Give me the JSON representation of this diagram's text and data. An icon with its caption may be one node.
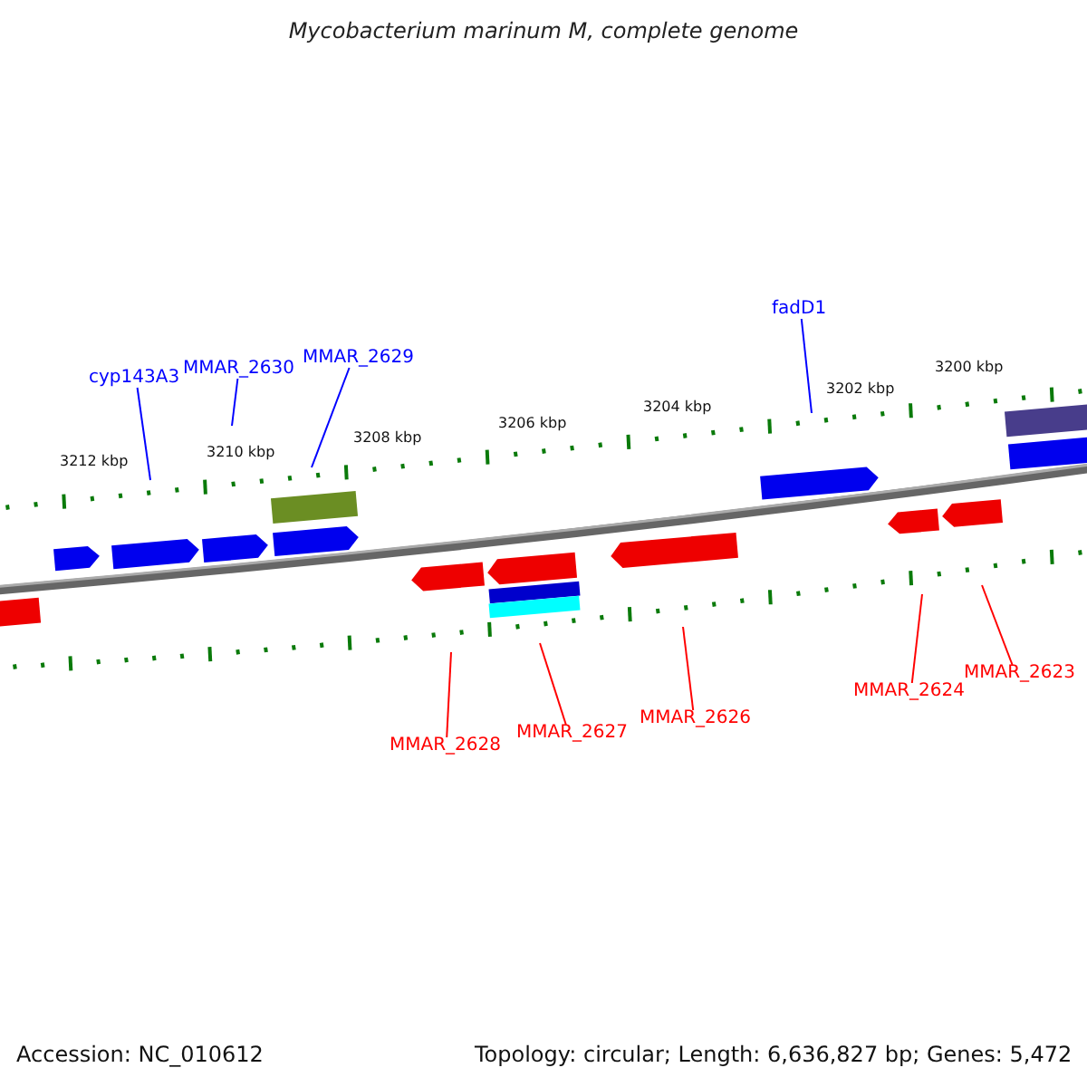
{
  "diagram": {
    "title": "Mycobacterium marinum M, complete genome",
    "nodes": [
      {
        "text": [
          "cyp143A3"
        ]
      },
      {
        "text": [
          "MMAR_2630"
        ]
      },
      {
        "text": [
          "MMAR_2629"
        ]
      },
      {
        "text": [
          "fadD1"
        ]
      },
      {
        "text": [
          "MMAR_2628"
        ]
      },
      {
        "text": [
          "MMAR_2627"
        ]
      },
      {
        "text": [
          "MMAR_2626"
        ]
      },
      {
        "text": [
          "MMAR_2624"
        ]
      },
      {
        "text": [
          "MMAR_2623"
        ]
      }
    ],
    "edges": [
      {
        "from": 0,
        "to": null,
        "arrow": "none",
        "color": "#0000ff"
      },
      {
        "from": 1,
        "to": null,
        "arrow": "none",
        "color": "#0000ff"
      },
      {
        "from": 2,
        "to": null,
        "arrow": "none",
        "color": "#0000ff"
      },
      {
        "from": 3,
        "to": null,
        "arrow": "none",
        "color": "#0000ff"
      },
      {
        "from": 4,
        "to": null,
        "arrow": "none"
      },
      {
        "from": 5,
        "to": null,
        "arrow": "none"
      },
      {
        "from": 6,
        "to": null,
        "arrow": "none"
      },
      {
        "from": 7,
        "to": null,
        "arrow": "none"
      },
      {
        "from": 8,
        "to": null,
        "arrow": "none"
      }
    ],
    "labels": [
      "3212 kbp",
      "3210 kbp",
      "3208 kbp",
      "3206 kbp",
      "3204 kbp",
      "3202 kbp",
      "3200 kbp",
      "Accession: NC_010612",
      "Topology: circular; Length: 6,636,827 bp; Genes: 5,472"
    ]
  }
}
